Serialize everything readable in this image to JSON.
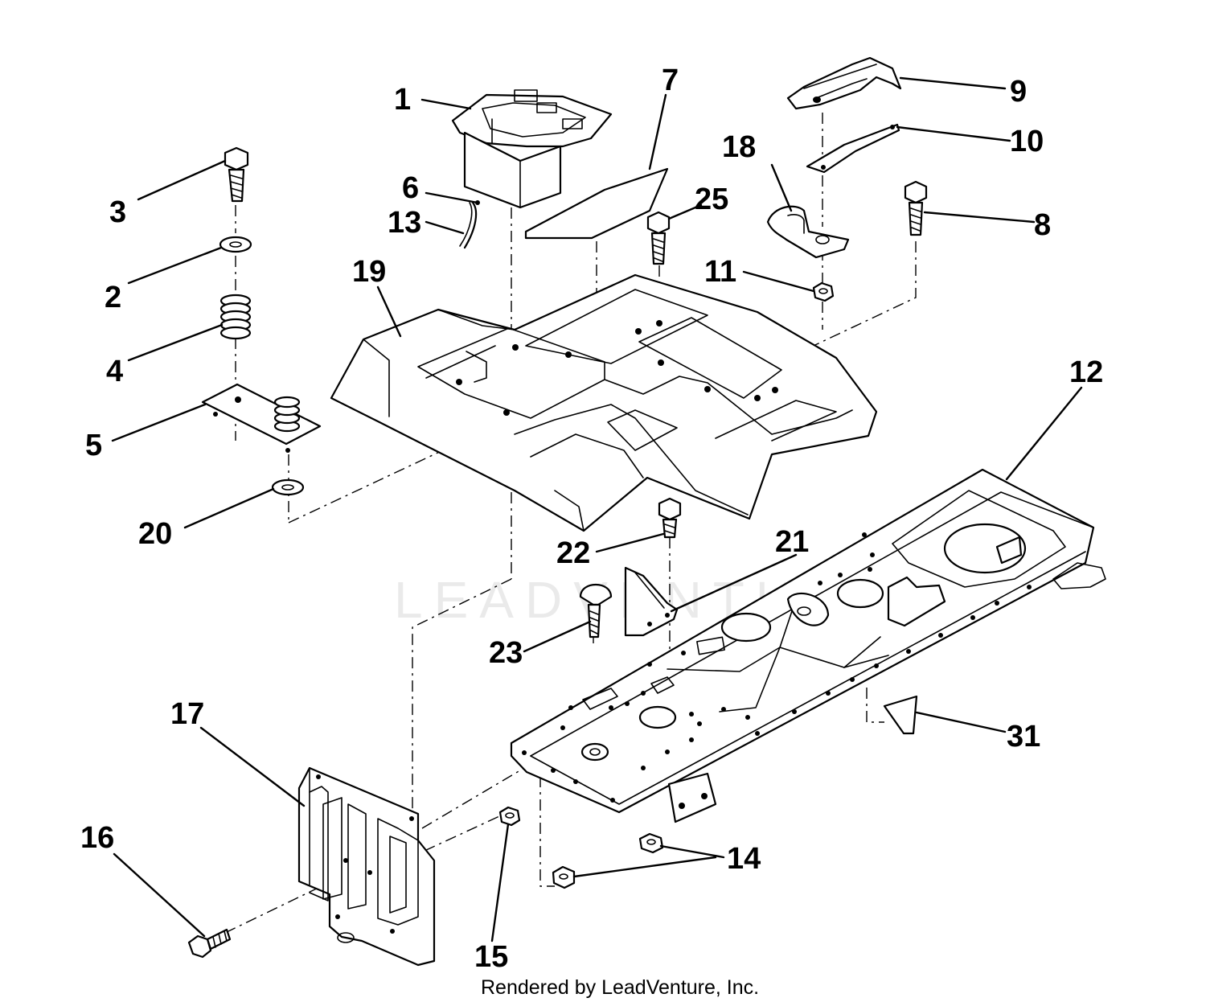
{
  "watermark": "LEADVENTURE",
  "credit": "Rendered by LeadVenture, Inc.",
  "callouts": {
    "c1": "1",
    "c2": "2",
    "c3": "3",
    "c4": "4",
    "c5": "5",
    "c6": "6",
    "c7": "7",
    "c8": "8",
    "c9": "9",
    "c10": "10",
    "c11": "11",
    "c12": "12",
    "c13": "13",
    "c14": "14",
    "c15": "15",
    "c16": "16",
    "c17": "17",
    "c18": "18",
    "c19": "19",
    "c20": "20",
    "c21": "21",
    "c22": "22",
    "c23": "23",
    "c25": "25",
    "c31": "31"
  }
}
